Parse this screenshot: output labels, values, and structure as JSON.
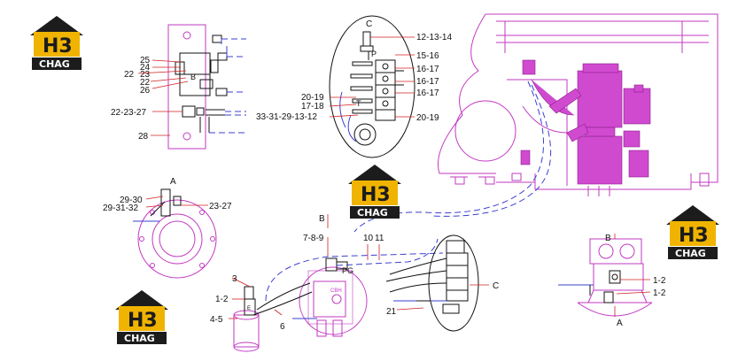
{
  "watermark": {
    "brand": "H3",
    "name": "CHAG"
  },
  "colors": {
    "outline": "#c23ac2",
    "hose": "#3b3fd0",
    "leader": "#d02020",
    "ink": "#111111",
    "logo_gold": "#f0b400",
    "logo_dark": "#1c1c1c"
  },
  "labels": {
    "top_left": [
      "25",
      "24",
      "22",
      "23",
      "22",
      "26",
      "22-23-27",
      "28"
    ],
    "detail_c_top": [
      "C",
      "12-13-14",
      "15-16",
      "16-17",
      "16-17",
      "16-17",
      "20-19",
      "17-18",
      "33-31-29-13-12",
      "20-19"
    ],
    "detail_a_left": [
      "A",
      "29-30",
      "29-31-32",
      "23-27"
    ],
    "center": [
      "B",
      "7-8-9",
      "10",
      "11",
      "3",
      "1-2",
      "4-5",
      "6",
      "21",
      "C"
    ],
    "detail_b_right": [
      "B",
      "1-2",
      "1-2",
      "A"
    ],
    "small_marks": [
      "P",
      "T",
      "B",
      "A",
      "E",
      "PG",
      "CBH"
    ]
  }
}
